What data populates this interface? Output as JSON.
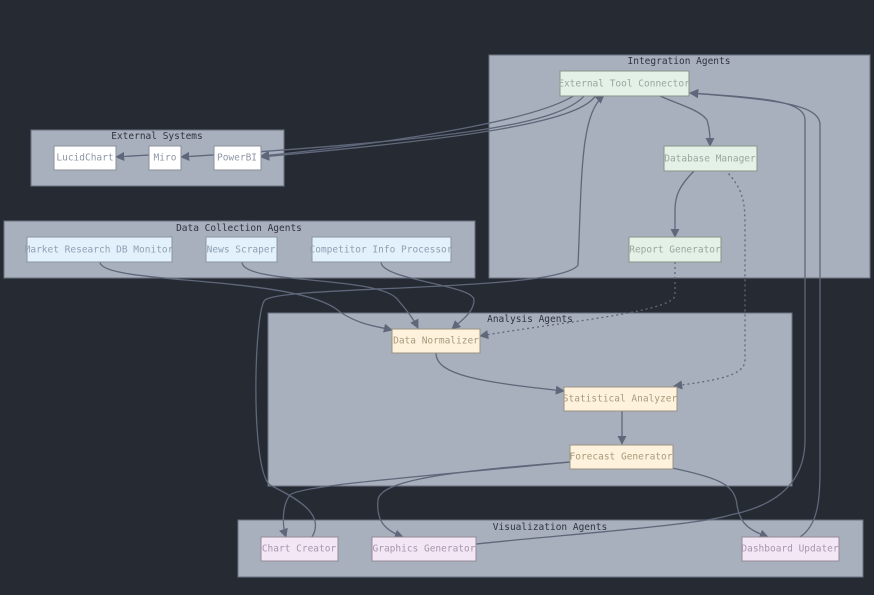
{
  "clusters": {
    "integration": "Integration Agents",
    "external": "External Systems",
    "collection": "Data Collection Agents",
    "analysis": "Analysis Agents",
    "visualization": "Visualization Agents"
  },
  "nodes": {
    "external_tool_connector": "External Tool Connector",
    "database_manager": "Database Manager",
    "report_generator": "Report Generator",
    "lucidchart": "LucidChart",
    "miro": "Miro",
    "powerbi": "PowerBI",
    "market_research_db_monitor": "Market Research DB Monitor",
    "news_scraper": "News Scraper",
    "competitor_info_processor": "Competitor Info Processor",
    "data_normalizer": "Data Normalizer",
    "statistical_analyzer": "Statistical Analyzer",
    "forecast_generator": "Forecast Generator",
    "chart_creator": "Chart Creator",
    "graphics_generator": "Graphics Generator",
    "dashboard_updater": "Dashboard Updater"
  },
  "colors": {
    "background": "#262a33",
    "cluster_fill": "#a8b0bd",
    "edge": "#5f677a",
    "integration_node_fill": "#e3f1e6",
    "integration_node_text": "#9aa6a0",
    "external_node_fill": "#ffffff",
    "external_node_text": "#8e96a6",
    "collection_node_fill": "#e2f1fb",
    "collection_node_text": "#8fa0b3",
    "analysis_node_fill": "#fff2dc",
    "analysis_node_text": "#a99a7e",
    "visualization_node_fill": "#f3e6f5",
    "visualization_node_text": "#a896ad"
  }
}
